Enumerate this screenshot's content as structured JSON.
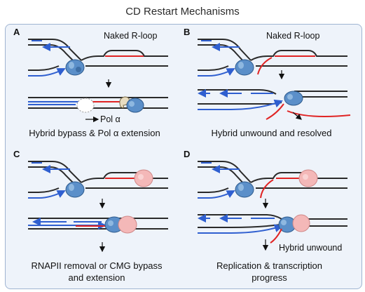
{
  "title": "CD Restart Mechanisms",
  "panels": [
    {
      "letter": "A",
      "top_label": "Naked R-loop",
      "extra_label": "Pol α",
      "caption": "Hybrid bypass & Pol α extension"
    },
    {
      "letter": "B",
      "top_label": "Naked R-loop",
      "caption": "Hybrid unwound and resolved"
    },
    {
      "letter": "C",
      "caption_line1": "RNAPII removal or CMG bypass",
      "caption_line2": "and extension"
    },
    {
      "letter": "D",
      "extra_label": "Hybrid unwound",
      "caption_line1": "Replication & transcription",
      "caption_line2": "progress"
    }
  ],
  "colors": {
    "dna": "#2a2a2a",
    "nascent_dna": "#2f5fd0",
    "rna": "#e02424",
    "cmg": "#5b8fc9",
    "rnap": "#f4b8b8",
    "pol_alpha": "#e8dcc0",
    "panel_bg": "#eef3fa",
    "panel_border": "#9fb4d2"
  }
}
